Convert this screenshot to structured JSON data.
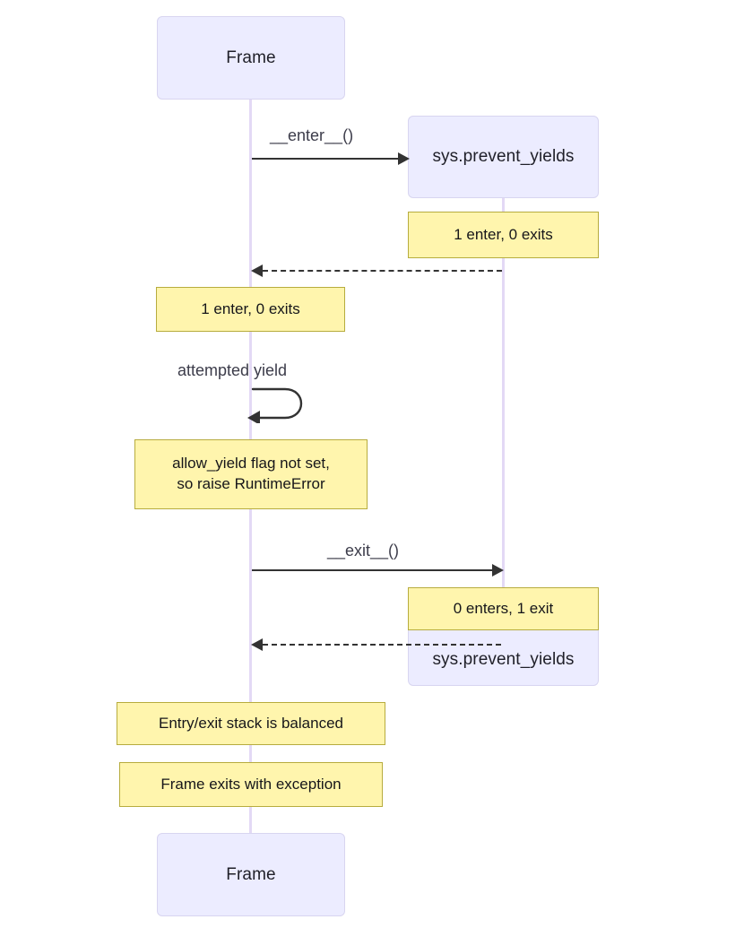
{
  "diagram": {
    "type": "sequence-diagram",
    "colors": {
      "actor_fill": "#ececff",
      "actor_border": "#d8d5f0",
      "note_fill": "#fff5ad",
      "note_border": "#b7ac3e",
      "lifeline": "#e3d9f5",
      "arrow": "#333333",
      "text": "#1f1f28",
      "background": "#ffffff"
    },
    "participants": [
      {
        "id": "frame",
        "label": "Frame"
      },
      {
        "id": "prevent_yields",
        "label": "sys.prevent_yields"
      }
    ],
    "actors": {
      "frame_top": "Frame",
      "frame_bottom": "Frame",
      "prevent_top": "sys.prevent_yields",
      "prevent_bottom": "sys.prevent_yields"
    },
    "messages": [
      {
        "id": "enter",
        "label": "__enter__()",
        "from": "frame",
        "to": "prevent_yields",
        "style": "solid"
      },
      {
        "id": "return1",
        "label": "",
        "from": "prevent_yields",
        "to": "frame",
        "style": "dashed"
      },
      {
        "id": "self_yield",
        "label": "attempted yield",
        "from": "frame",
        "to": "frame",
        "style": "self-loop"
      },
      {
        "id": "exit",
        "label": "__exit__()",
        "from": "frame",
        "to": "prevent_yields",
        "style": "solid"
      },
      {
        "id": "return2",
        "label": "",
        "from": "prevent_yields",
        "to": "frame",
        "style": "dashed"
      }
    ],
    "notes": {
      "right_enter": "1 enter, 0 exits",
      "left_enter": "1 enter, 0 exits",
      "runtime_error": "allow_yield flag not set,\nso raise RuntimeError",
      "right_exit": "0 enters, 1 exit",
      "balanced": "Entry/exit stack is balanced",
      "frame_exits": "Frame exits with exception"
    }
  }
}
